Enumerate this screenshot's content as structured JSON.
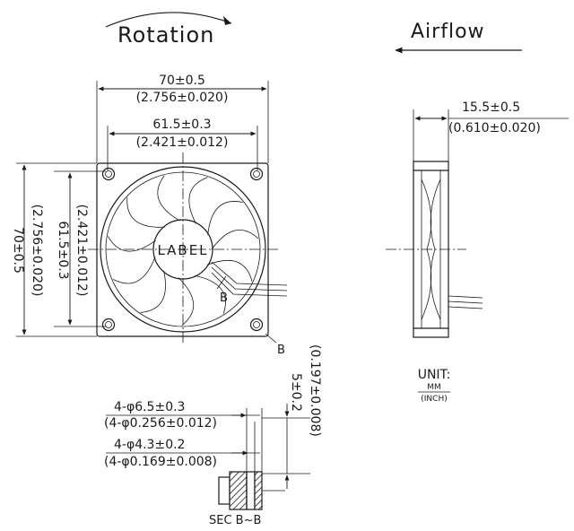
{
  "labels": {
    "rotation": "Rotation",
    "airflow": "Airflow",
    "fan_label": "LABEL",
    "b1": "B",
    "b2": "B",
    "section": "SEC B~B"
  },
  "dims": {
    "width_mm": "70±0.5",
    "width_in": "(2.756±0.020)",
    "hole_mm": "61.5±0.3",
    "hole_in": "(2.421±0.012)",
    "height_mm": "70±0.5",
    "height_in": "(2.756±0.020)",
    "vhole_mm": "61.5±0.3",
    "vhole_in": "(2.421±0.012)",
    "depth_mm": "15.5±0.5",
    "depth_in": "(0.610±0.020)",
    "flange_mm": "5±0.2",
    "flange_in": "(0.197±0.008)",
    "hole_outer_mm": "4-φ6.5±0.3",
    "hole_outer_in": "(4-φ0.256±0.012)",
    "hole_inner_mm": "4-φ4.3±0.2",
    "hole_inner_in": "(4-φ0.169±0.008)"
  },
  "unit": {
    "title": "UNIT:",
    "mm": "MM",
    "inch": "(INCH)"
  }
}
